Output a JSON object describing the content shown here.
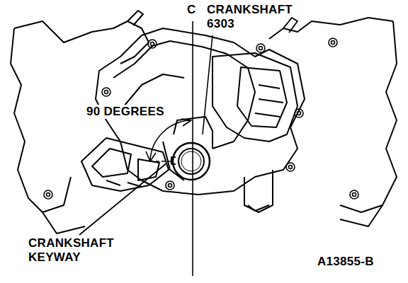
{
  "diagram": {
    "labels": [
      "C",
      "CRANKSHAFT 6303",
      "90 DEGREES",
      "CRANKSHAFT KEYWAY",
      "A13855-B"
    ]
  }
}
